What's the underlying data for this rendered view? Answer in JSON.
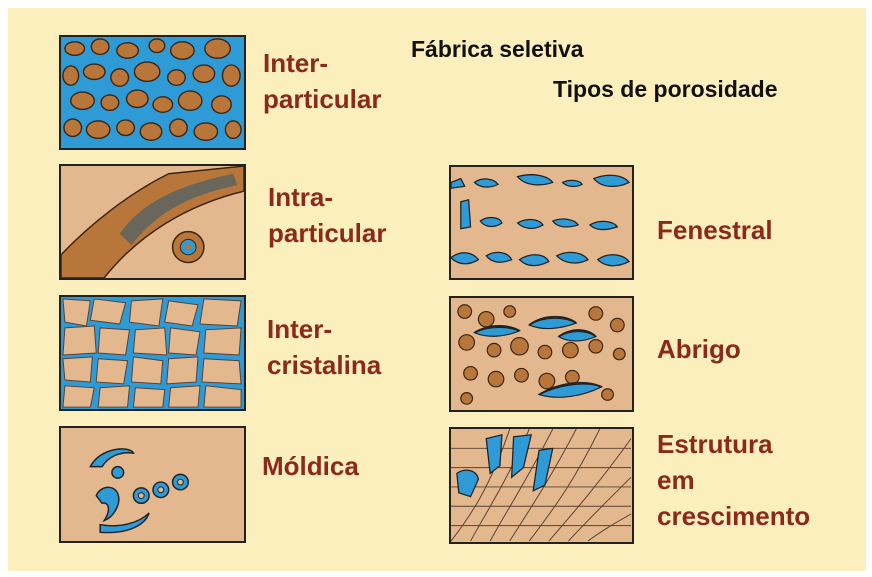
{
  "header": {
    "title": "Fábrica seletiva",
    "subtitle": "Tipos de porosidade"
  },
  "porosity_types": [
    {
      "lines": [
        "Inter-",
        "particular"
      ],
      "icon": "interparticular-texture"
    },
    {
      "lines": [
        "Intra-",
        "particular"
      ],
      "icon": "intraparticular-texture"
    },
    {
      "lines": [
        "Inter-",
        "cristalina"
      ],
      "icon": "intercrystalline-texture"
    },
    {
      "lines": [
        "Móldica"
      ],
      "icon": "moldic-texture"
    },
    {
      "lines": [
        "Fenestral"
      ],
      "icon": "fenestral-texture"
    },
    {
      "lines": [
        "Abrigo"
      ],
      "icon": "shelter-texture"
    },
    {
      "lines": [
        "Estrutura",
        "em",
        "crescimento"
      ],
      "icon": "growth-framework-texture"
    }
  ],
  "colors": {
    "background": "#fbefbd",
    "pore": "#2e9bd6",
    "grain": "#b8763a",
    "matrix": "#e3b88f",
    "label": "#8b2a1c",
    "outline": "#222222"
  }
}
